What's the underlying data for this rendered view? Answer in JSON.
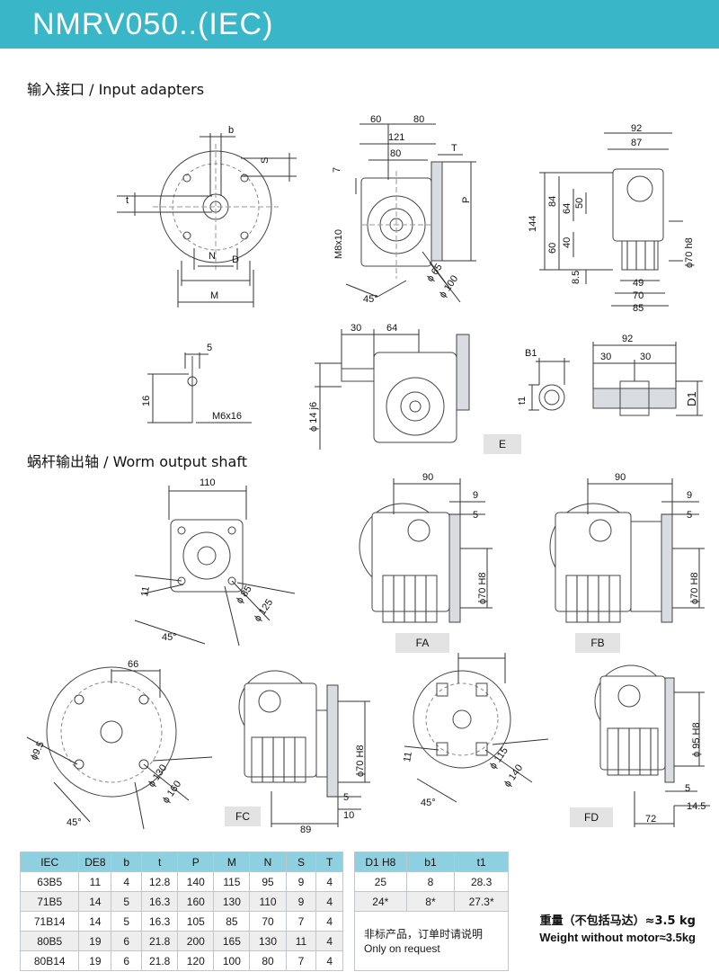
{
  "header": {
    "title": "NMRV050..(IEC)"
  },
  "sections": {
    "input": "输入接口 / Input adapters",
    "output": "蜗杆输出轴 / Worm output shaft"
  },
  "labels": {
    "b": "b",
    "S": "S",
    "t": "t",
    "N": "N",
    "D": "D",
    "M": "M",
    "d60": "60",
    "d80a": "80",
    "d121": "121",
    "d80b": "80",
    "T": "T",
    "P": "P",
    "d7": "7",
    "m8x10": "M8x10",
    "phi65": "ϕ 65",
    "phi100": "ϕ 100",
    "a45a": "45°",
    "d92a": "92",
    "d87": "87",
    "d144": "144",
    "d84": "84",
    "d64": "64",
    "d50": "50",
    "d60b": "60",
    "d40": "40",
    "d8_5": "8.5",
    "d49": "49",
    "d70": "70",
    "d85a": "85",
    "phi70h8a": "ϕ70 h8",
    "d5a": "5",
    "d16": "16",
    "m6x16": "M6x16",
    "d30a": "30",
    "d64b": "64",
    "phi14j6": "ϕ 14 j6",
    "B1": "B1",
    "t1": "t1",
    "d92b": "92",
    "d30b": "30",
    "d30c": "30",
    "D1": "D1",
    "d110": "110",
    "d11a": "11",
    "phi85": "ϕ 85",
    "phi125": "ϕ 125",
    "a45b": "45°",
    "d90a": "90",
    "d9a": "9",
    "d5b": "5",
    "phi70H8a": "ϕ70 H8",
    "d90b": "90",
    "d9b": "9",
    "d5c": "5",
    "phi70H8b": "ϕ70 H8",
    "d66": "66",
    "phi9_5": "ϕ9.5",
    "phi130": "ϕ 130",
    "phi160": "ϕ 160",
    "a45c": "45°",
    "phi70H8c": "ϕ70 H8",
    "d5d": "5",
    "d10": "10",
    "d89": "89",
    "d11b": "11",
    "phi115": "ϕ 115",
    "phi140": "ϕ 140",
    "a45d": "45°",
    "phi95H8": "ϕ 95 H8",
    "d5e": "5",
    "d14_5": "14.5",
    "d72": "72"
  },
  "badges": {
    "E": "E",
    "FA": "FA",
    "FB": "FB",
    "FC": "FC",
    "FD": "FD"
  },
  "table_main": {
    "headers": [
      "IEC",
      "DE8",
      "b",
      "t",
      "P",
      "M",
      "N",
      "S",
      "T"
    ],
    "rows": [
      [
        "63B5",
        "11",
        "4",
        "12.8",
        "140",
        "115",
        "95",
        "9",
        "4"
      ],
      [
        "71B5",
        "14",
        "5",
        "16.3",
        "160",
        "130",
        "110",
        "9",
        "4"
      ],
      [
        "71B14",
        "14",
        "5",
        "16.3",
        "105",
        "85",
        "70",
        "7",
        "4"
      ],
      [
        "80B5",
        "19",
        "6",
        "21.8",
        "200",
        "165",
        "130",
        "11",
        "4"
      ],
      [
        "80B14",
        "19",
        "6",
        "21.8",
        "120",
        "100",
        "80",
        "7",
        "4"
      ]
    ]
  },
  "table_side": {
    "headers": [
      "D1 H8",
      "b1",
      "t1"
    ],
    "rows": [
      [
        "25",
        "8",
        "28.3"
      ],
      [
        "24*",
        "8*",
        "27.3*"
      ]
    ],
    "note_cn": "非标产品，订单时请说明",
    "note_en": "Only on request"
  },
  "weight": {
    "cn": "重量（不包括马达）≈3.5 kg",
    "en": "Weight without motor≈3.5kg"
  }
}
